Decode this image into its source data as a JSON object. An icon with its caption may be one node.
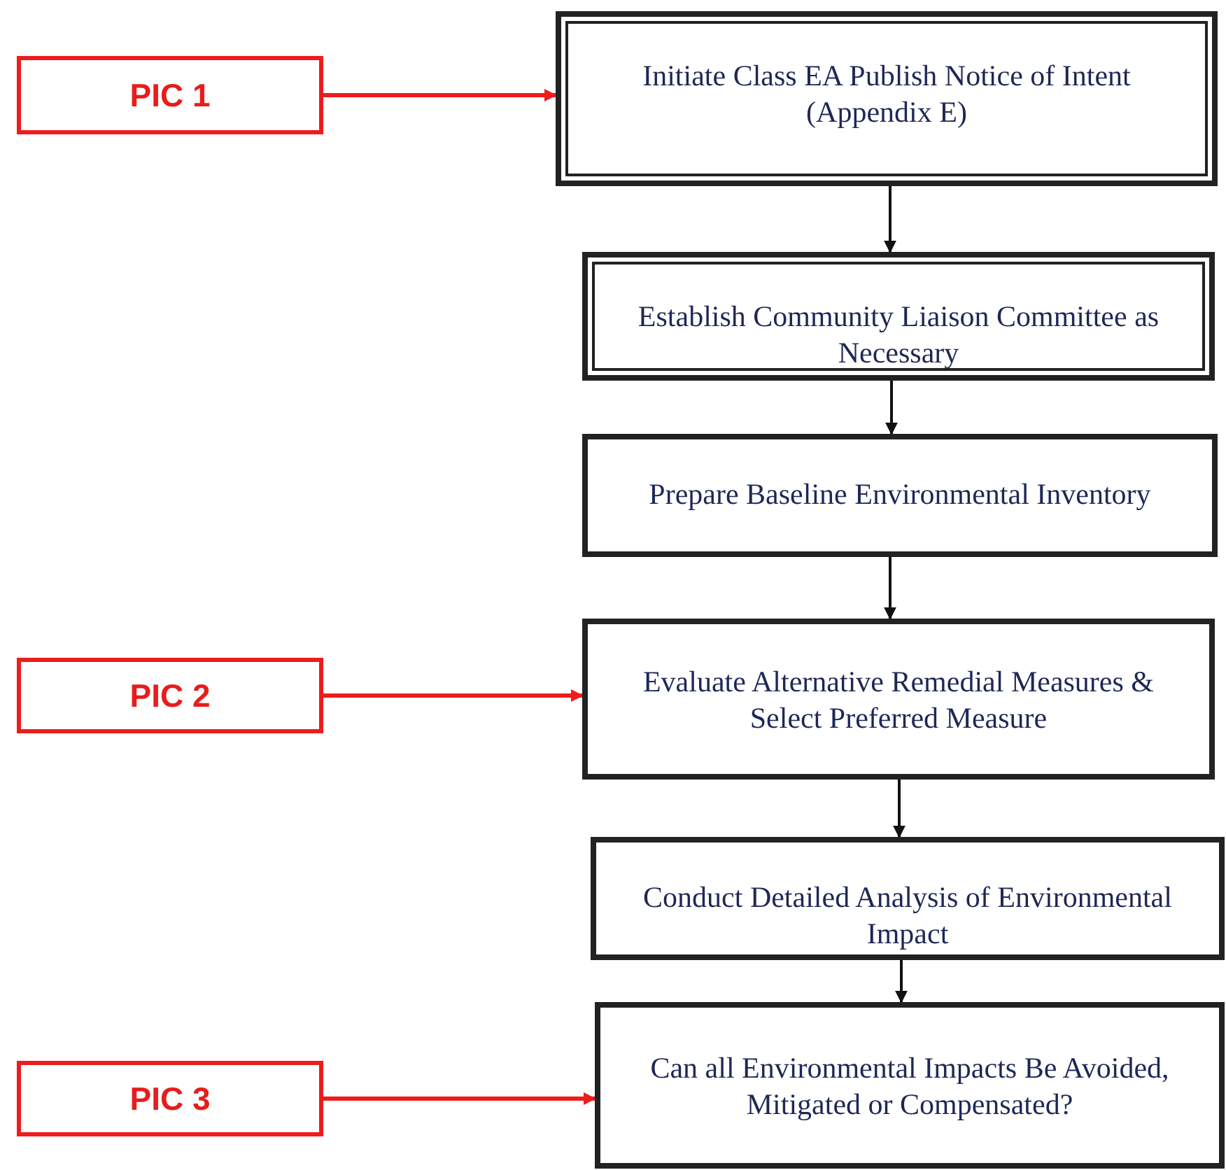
{
  "diagram": {
    "nodes": [
      {
        "text": [
          "PIC 1"
        ]
      },
      {
        "text": [
          "Initiate Class EA Publish Notice of Intent (Appendix E)"
        ]
      },
      {
        "text": [
          "Establish Community Liaison Committee as Necessary"
        ]
      },
      {
        "text": [
          "Prepare Baseline Environmental Inventory"
        ]
      },
      {
        "text": [
          "PIC 2"
        ]
      },
      {
        "text": [
          "Evaluate Alternative Remedial Measures & Select Preferred Measure"
        ]
      },
      {
        "text": [
          "Conduct Detailed Analysis of Environmental Impact"
        ]
      },
      {
        "text": [
          "PIC 3"
        ]
      },
      {
        "text": [
          "Can all Environmental Impacts Be Avoided, Mitigated or Compensated?"
        ]
      }
    ],
    "edges": [
      {
        "from": 0,
        "to": 1,
        "arrow": "to",
        "color": "#ee1c1c"
      },
      {
        "from": 1,
        "to": 2,
        "arrow": "to"
      },
      {
        "from": 2,
        "to": 3,
        "arrow": "to"
      },
      {
        "from": 3,
        "to": 5,
        "arrow": "to"
      },
      {
        "from": 4,
        "to": 5,
        "arrow": "to",
        "color": "#ee1c1c"
      },
      {
        "from": 5,
        "to": 6,
        "arrow": "to"
      },
      {
        "from": 6,
        "to": 8,
        "arrow": "to"
      },
      {
        "from": 7,
        "to": 8,
        "arrow": "to",
        "color": "#ee1c1c"
      }
    ]
  }
}
